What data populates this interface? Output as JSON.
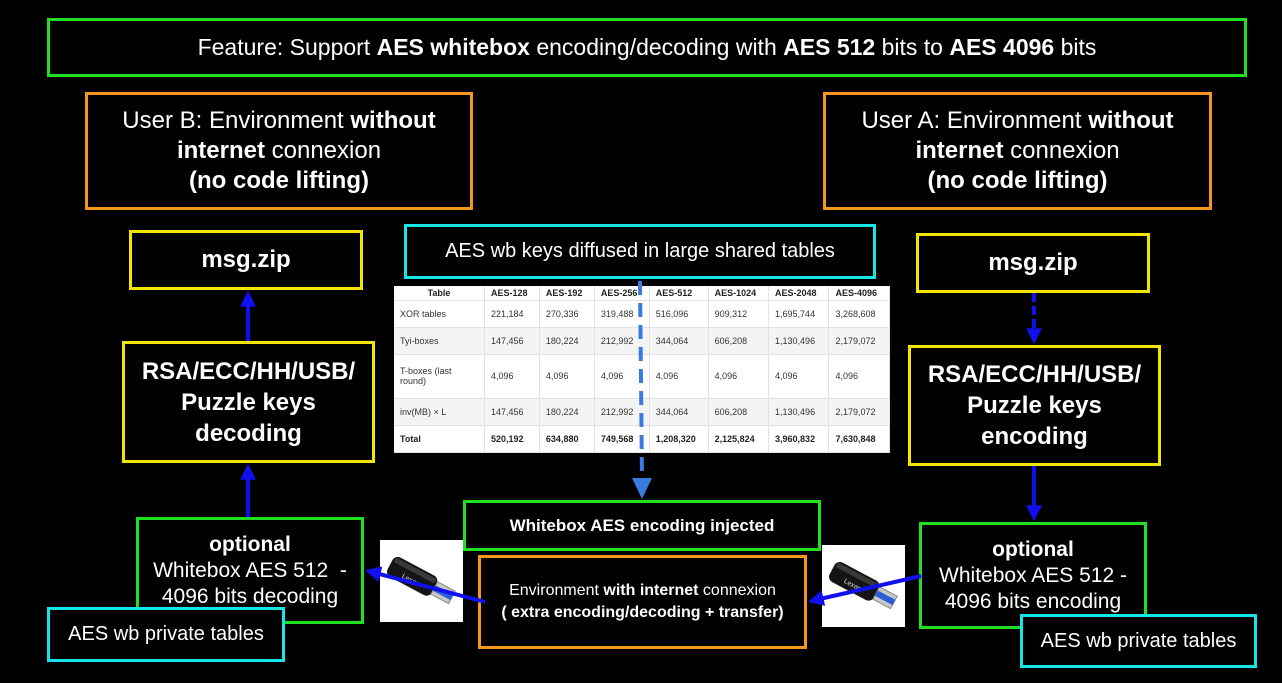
{
  "title": {
    "pre": "Feature: Support ",
    "b1": "AES whitebox",
    "mid1": " encoding/decoding with ",
    "b2": "AES 512",
    "mid2": " bits to ",
    "b3": "AES 4096",
    "post": " bits"
  },
  "user_b": {
    "pre": "User B: Environment ",
    "b1": "without",
    "b2": "internet",
    "post": " connexion",
    "b3": "(no code lifting)"
  },
  "user_a": {
    "pre": "User A: Environment ",
    "b1": "without",
    "b2": "internet",
    "post": " connexion",
    "b3": "(no code lifting)"
  },
  "msg_left": "msg.zip",
  "msg_right": "msg.zip",
  "shared_tables": "AES wb keys diffused in large shared tables",
  "rsa_left": {
    "l1": "RSA/ECC/HH/USB/",
    "l2": "Puzzle keys",
    "l3": "decoding"
  },
  "rsa_right": {
    "l1": "RSA/ECC/HH/USB/",
    "l2": "Puzzle keys",
    "l3": "encoding"
  },
  "optional_left": {
    "l1": "optional",
    "l2": "Whitebox AES 512  -",
    "l3": "4096 bits decoding"
  },
  "optional_right": {
    "l1": "optional",
    "l2": "Whitebox AES 512 -",
    "l3": "4096 bits encoding"
  },
  "private_left": "AES wb private tables",
  "private_right": "AES wb private tables",
  "wb_injected": "Whitebox AES encoding injected",
  "env": {
    "pre": "Environment ",
    "b1": "with internet",
    "post": " connexion",
    "l2": "( extra encoding/decoding + transfer)"
  },
  "usb_label": "Lexar",
  "table": {
    "headers": [
      "Table",
      "AES-128",
      "AES-192",
      "AES-256",
      "AES-512",
      "AES-1024",
      "AES-2048",
      "AES-4096"
    ],
    "rows": [
      [
        "XOR tables",
        "221,184",
        "270,336",
        "319,488",
        "516,096",
        "909,312",
        "1,695,744",
        "3,268,608"
      ],
      [
        "Tyi-boxes",
        "147,456",
        "180,224",
        "212,992",
        "344,064",
        "606,208",
        "1,130,496",
        "2,179,072"
      ],
      [
        "T-boxes (last round)",
        "4,096",
        "4,096",
        "4,096",
        "4,096",
        "4,096",
        "4,096",
        "4,096"
      ],
      [
        "inv(MB) × L",
        "147,456",
        "180,224",
        "212,992",
        "344,064",
        "606,208",
        "1,130,496",
        "2,179,072"
      ],
      [
        "Total",
        "520,192",
        "634,880",
        "749,568",
        "1,208,320",
        "2,125,824",
        "3,960,832",
        "7,630,848"
      ]
    ]
  },
  "colors": {
    "green": "#21e021",
    "orange": "#f5961e",
    "yellow": "#f2e600",
    "cyan": "#14e6e6",
    "arrow_blue": "#1010ee",
    "dashed_blue": "#3a7be0"
  }
}
